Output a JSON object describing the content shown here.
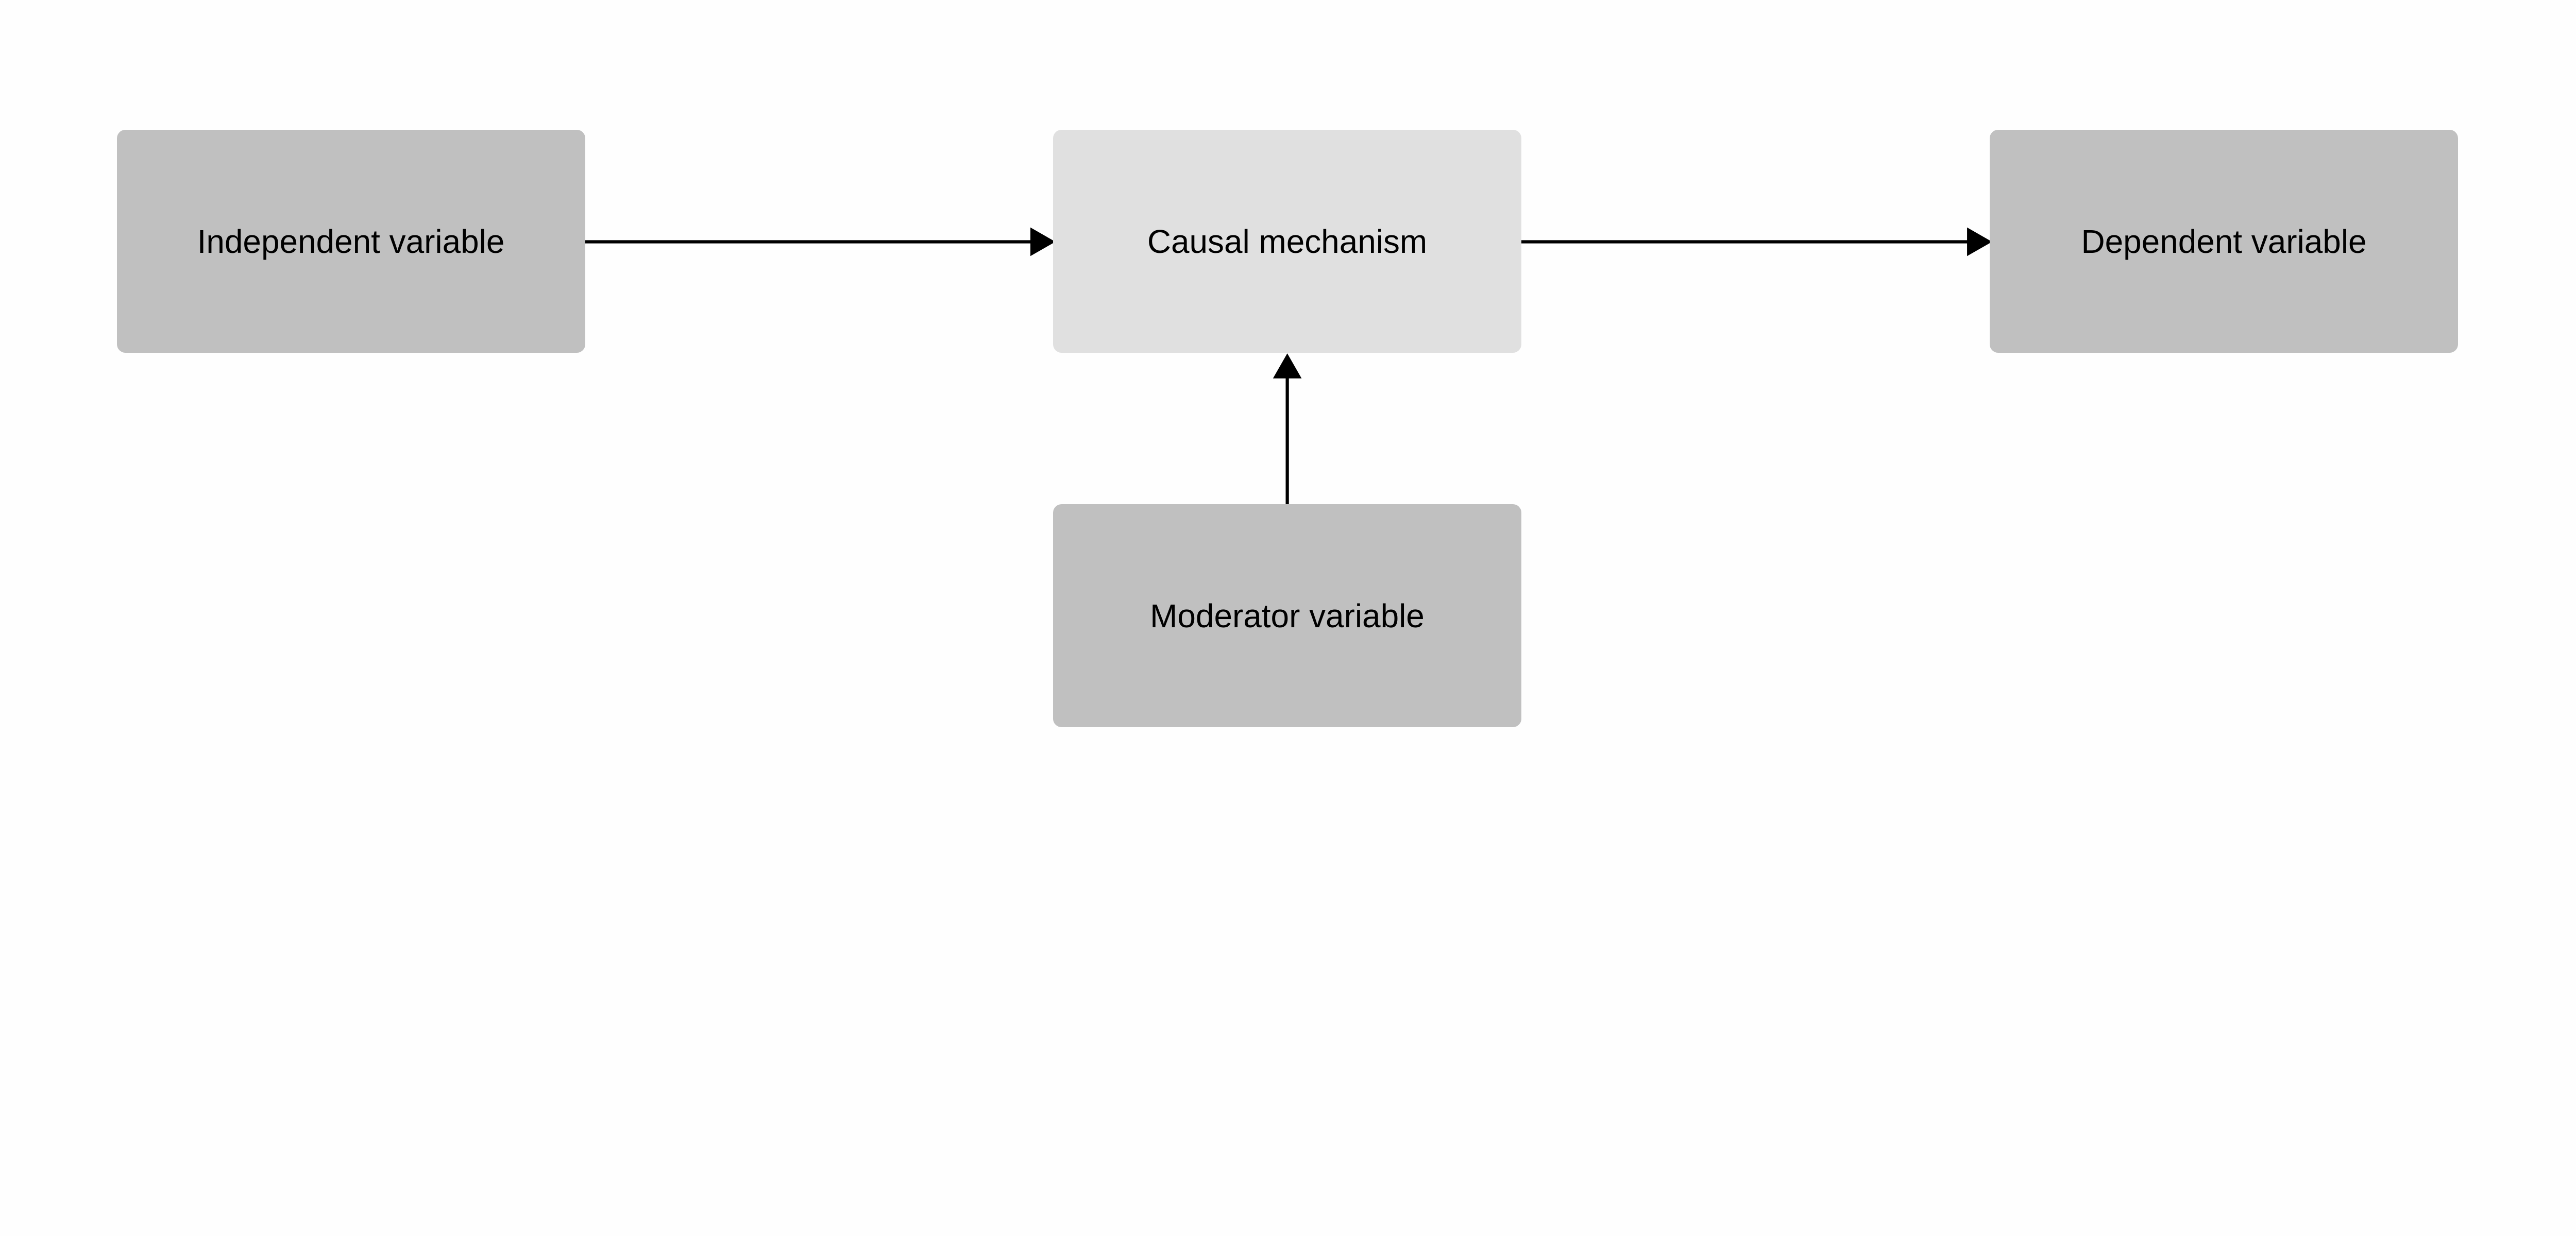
{
  "nodes": {
    "independent": {
      "label": "Independent variable",
      "color": "#c0c0c0"
    },
    "mechanism": {
      "label": "Causal mechanism",
      "color": "#e0e0e0"
    },
    "dependent": {
      "label": "Dependent variable",
      "color": "#c0c0c0"
    },
    "moderator": {
      "label": "Moderator variable",
      "color": "#c0c0c0"
    }
  },
  "edges": [
    {
      "from": "independent",
      "to": "mechanism"
    },
    {
      "from": "mechanism",
      "to": "dependent"
    },
    {
      "from": "moderator",
      "to": "mechanism"
    }
  ]
}
